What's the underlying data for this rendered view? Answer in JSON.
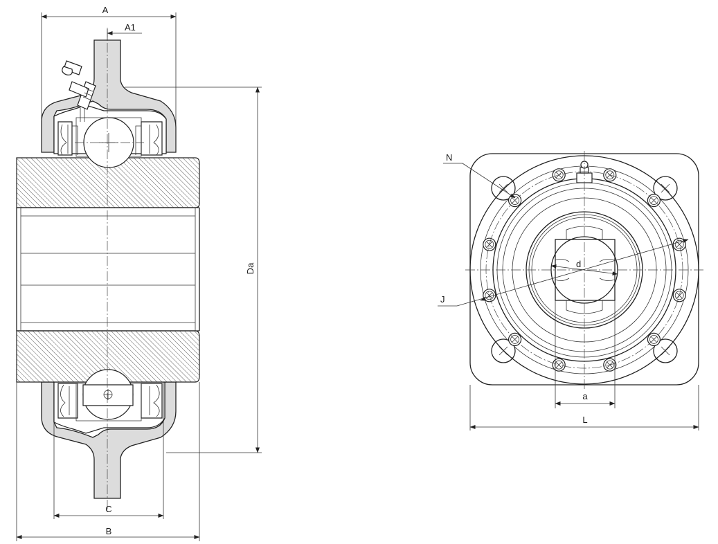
{
  "labels": {
    "A": "A",
    "A1": "A1",
    "Da": "Da",
    "C": "C",
    "B": "B",
    "N": "N",
    "J": "J",
    "d": "d",
    "a": "a",
    "L": "L"
  }
}
